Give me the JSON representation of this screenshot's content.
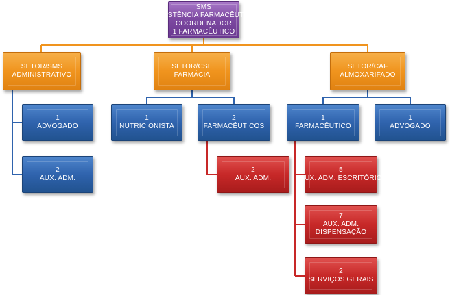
{
  "colors": {
    "connector": "#f0941e",
    "connector_red": "#c72828",
    "connector_blue": "#2f63ad",
    "top": "#7e4aa2",
    "sector": "#f0941e",
    "staff": "#2f63ad",
    "aux": "#c72828"
  },
  "org": {
    "top": {
      "lines": [
        "SMS",
        "ASSISTÊNCIA FARMACÊUTICA",
        "COORDENADOR",
        "1 FARMACÊUTICO"
      ]
    },
    "sectors": [
      {
        "lines": [
          "SETOR/SMS",
          "ADMINISTRATIVO"
        ],
        "children": [
          {
            "lines": [
              "1",
              "ADVOGADO"
            ]
          },
          {
            "lines": [
              "2",
              "AUX. ADM."
            ]
          }
        ]
      },
      {
        "lines": [
          "SETOR/CSE",
          "FARMÁCIA"
        ],
        "children": [
          {
            "lines": [
              "1",
              "NUTRICIONISTA"
            ]
          },
          {
            "lines": [
              "2",
              "FARMACÊUTICOS"
            ],
            "sub": [
              {
                "lines": [
                  "2",
                  "AUX. ADM."
                ]
              }
            ]
          }
        ]
      },
      {
        "lines": [
          "SETOR/CAF",
          "ALMOXARIFADO"
        ],
        "children": [
          {
            "lines": [
              "1",
              "FARMACÊUTICO"
            ],
            "sub": [
              {
                "lines": [
                  "5",
                  "AUX. ADM. ESCRITÓRIO"
                ]
              },
              {
                "lines": [
                  "7",
                  "AUX. ADM.",
                  "DISPENSAÇÃO"
                ]
              },
              {
                "lines": [
                  "2",
                  "SERVIÇOS GERAIS"
                ]
              }
            ]
          },
          {
            "lines": [
              "1",
              "ADVOGADO"
            ]
          }
        ]
      }
    ]
  }
}
